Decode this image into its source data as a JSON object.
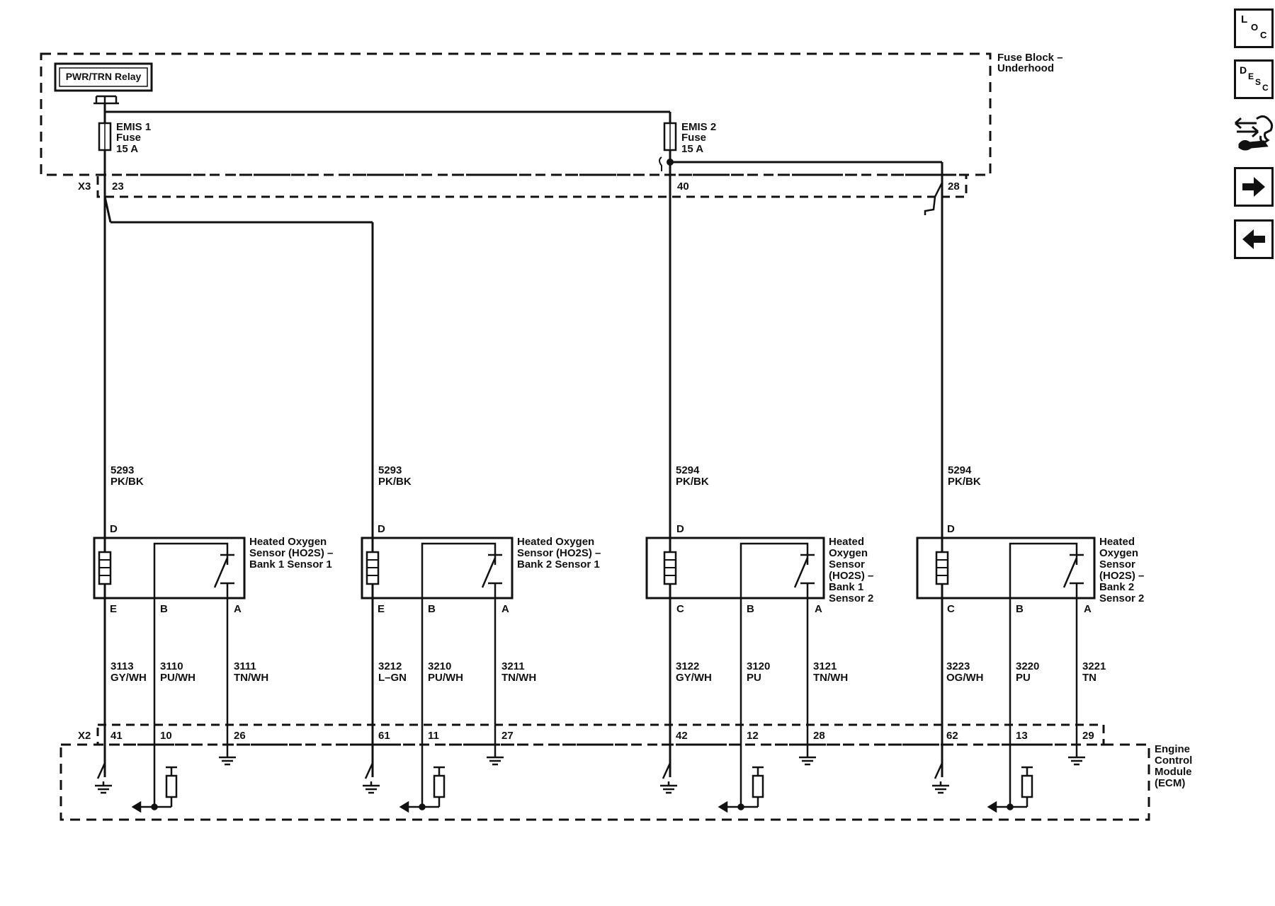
{
  "fuse_block": {
    "label": [
      "Fuse Block –",
      "Underhood"
    ]
  },
  "relay": {
    "label": "PWR/TRN Relay"
  },
  "fuses": [
    {
      "name": "EMIS 1",
      "word": "Fuse",
      "rating": "15 A"
    },
    {
      "name": "EMIS 2",
      "word": "Fuse",
      "rating": "15 A"
    }
  ],
  "connectors": {
    "top": {
      "name": "X3",
      "pins": [
        "23",
        "40",
        "28"
      ]
    },
    "bottom": {
      "name": "X2"
    }
  },
  "supply_wires": [
    {
      "circuit": "5293",
      "color": "PK/BK"
    },
    {
      "circuit": "5293",
      "color": "PK/BK"
    },
    {
      "circuit": "5294",
      "color": "PK/BK"
    },
    {
      "circuit": "5294",
      "color": "PK/BK"
    }
  ],
  "sensors": [
    {
      "label": [
        "Heated Oxygen",
        "Sensor (HO2S) –",
        "Bank 1 Sensor 1"
      ],
      "pin_top": "D",
      "pins": [
        "E",
        "B",
        "A"
      ],
      "wires": [
        {
          "circuit": "3113",
          "color": "GY/WH"
        },
        {
          "circuit": "3110",
          "color": "PU/WH"
        },
        {
          "circuit": "3111",
          "color": "TN/WH"
        }
      ],
      "ecm_pins": [
        "41",
        "10",
        "26"
      ]
    },
    {
      "label": [
        "Heated Oxygen",
        "Sensor (HO2S) –",
        "Bank 2 Sensor 1"
      ],
      "pin_top": "D",
      "pins": [
        "E",
        "B",
        "A"
      ],
      "wires": [
        {
          "circuit": "3212",
          "color": "L–GN"
        },
        {
          "circuit": "3210",
          "color": "PU/WH"
        },
        {
          "circuit": "3211",
          "color": "TN/WH"
        }
      ],
      "ecm_pins": [
        "61",
        "11",
        "27"
      ]
    },
    {
      "label": [
        "Heated",
        "Oxygen",
        "Sensor",
        "(HO2S) –",
        "Bank 1",
        "Sensor 2"
      ],
      "pin_top": "D",
      "pins": [
        "C",
        "B",
        "A"
      ],
      "wires": [
        {
          "circuit": "3122",
          "color": "GY/WH"
        },
        {
          "circuit": "3120",
          "color": "PU"
        },
        {
          "circuit": "3121",
          "color": "TN/WH"
        }
      ],
      "ecm_pins": [
        "42",
        "12",
        "28"
      ]
    },
    {
      "label": [
        "Heated",
        "Oxygen",
        "Sensor",
        "(HO2S) –",
        "Bank 2",
        "Sensor 2"
      ],
      "pin_top": "D",
      "pins": [
        "C",
        "B",
        "A"
      ],
      "wires": [
        {
          "circuit": "3223",
          "color": "OG/WH"
        },
        {
          "circuit": "3220",
          "color": "PU"
        },
        {
          "circuit": "3221",
          "color": "TN"
        }
      ],
      "ecm_pins": [
        "62",
        "13",
        "29"
      ]
    }
  ],
  "ecm": {
    "label": [
      "Engine",
      "Control",
      "Module",
      "(ECM)"
    ]
  },
  "nav": [
    {
      "icon": "loc-icon",
      "letters": [
        "L",
        "O",
        "C"
      ]
    },
    {
      "icon": "desc-icon",
      "letters": [
        "D",
        "E",
        "S",
        "C"
      ]
    },
    {
      "icon": "tools-icon"
    },
    {
      "icon": "next-arrow-icon"
    },
    {
      "icon": "back-arrow-icon"
    }
  ]
}
